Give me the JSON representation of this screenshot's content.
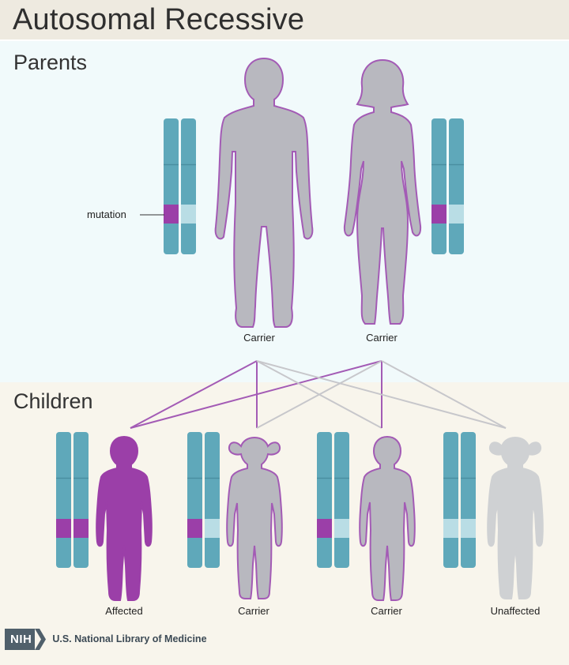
{
  "header": {
    "title": "Autosomal Recessive"
  },
  "sections": {
    "parents": "Parents",
    "children": "Children"
  },
  "annotations": {
    "mutation": "mutation"
  },
  "parents": [
    {
      "figure": "man",
      "label": "Carrier"
    },
    {
      "figure": "woman",
      "label": "Carrier"
    }
  ],
  "children": [
    {
      "figure": "boy",
      "label": "Affected",
      "mutated_copies": 2
    },
    {
      "figure": "girl",
      "label": "Carrier",
      "mutated_copies": 1
    },
    {
      "figure": "boy",
      "label": "Carrier",
      "mutated_copies": 1
    },
    {
      "figure": "girl",
      "label": "Unaffected",
      "mutated_copies": 0
    }
  ],
  "footer": {
    "logo": "NIH",
    "org": "U.S. National Library of Medicine"
  },
  "colors": {
    "chromosome": "#5fa8ba",
    "mutation": "#9b3fa8",
    "normal_allele": "#b9dde5",
    "body": "#b8b8bf",
    "body_outline": "#a35bb5",
    "affected": "#9b3fa8",
    "unaffected": "#cfd1d3",
    "inherit_line_mutated": "#a35bb5",
    "inherit_line_normal": "#c7c7cb"
  }
}
